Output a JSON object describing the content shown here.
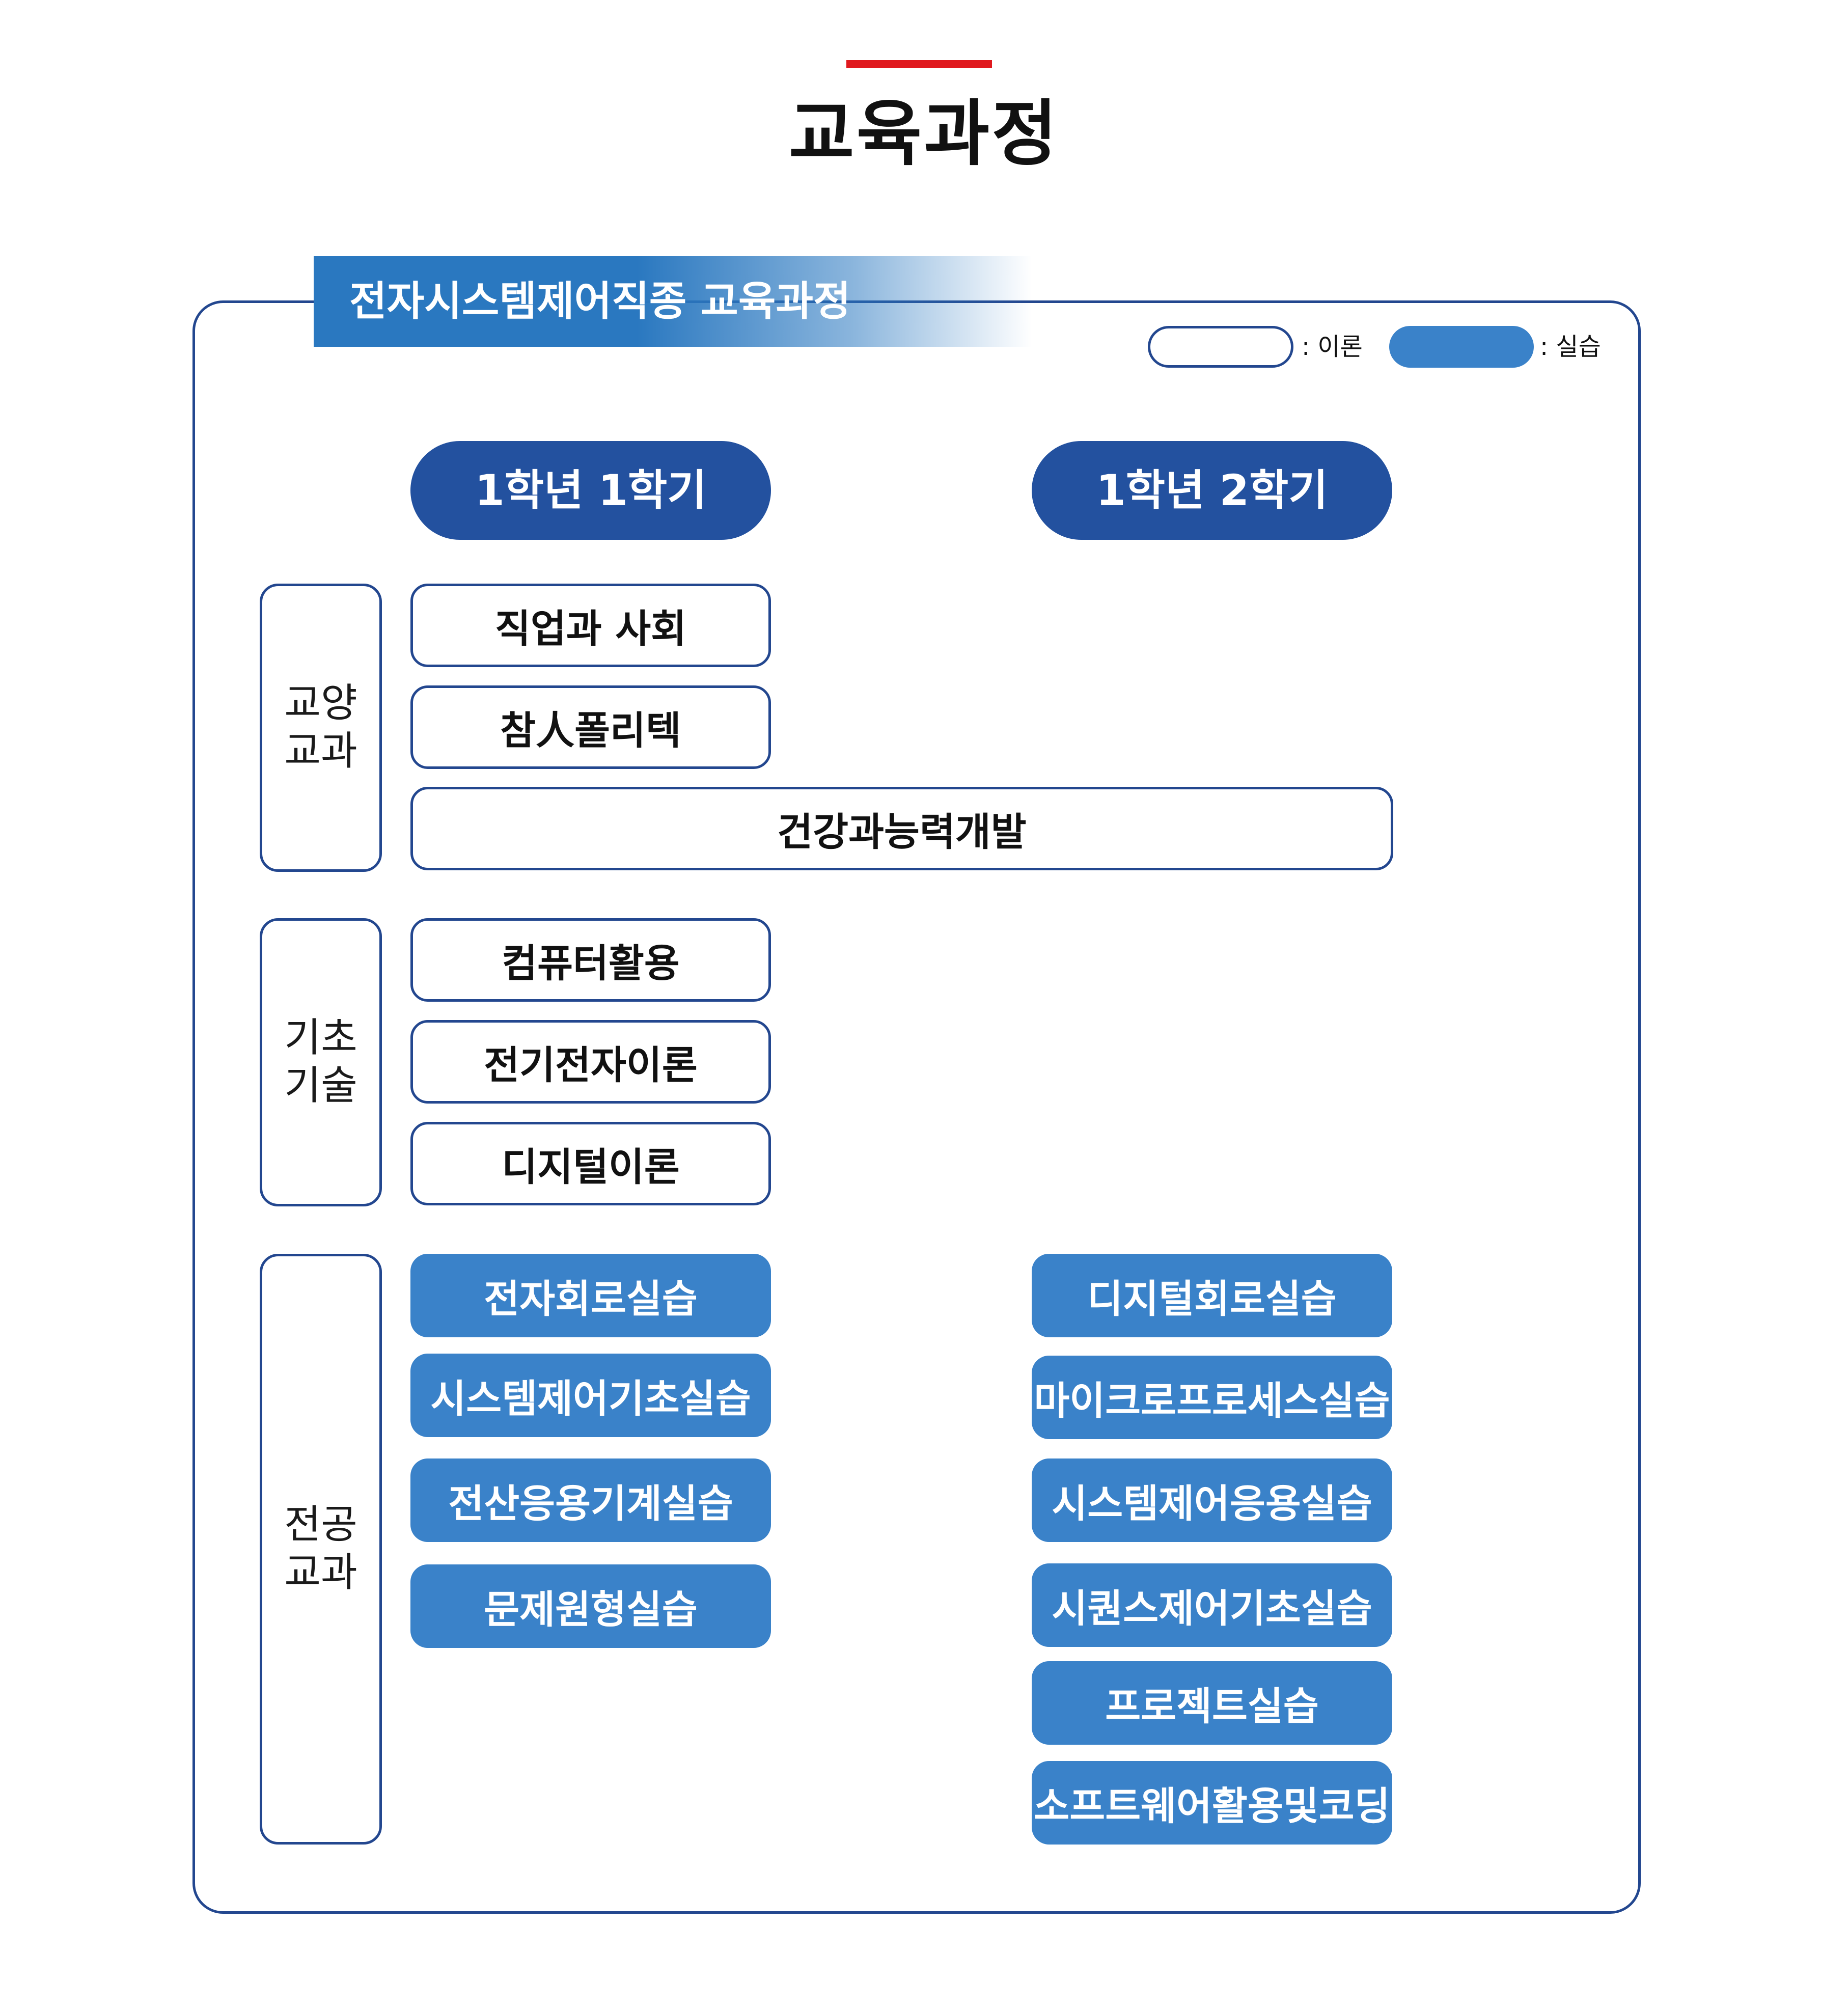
{
  "title": "교육과정",
  "banner": "전자시스템제어직종 교육과정",
  "legend": {
    "theory": ": 이론",
    "practice": ": 실습",
    "theory_color": "#ffffff",
    "practice_color": "#3a82c9"
  },
  "semesters": [
    "1학년 1학기",
    "1학년 2학기"
  ],
  "categories": [
    {
      "label": "교양\n교과"
    },
    {
      "label": "기초\n기술"
    },
    {
      "label": "전공\n교과"
    }
  ],
  "courses": {
    "general": [
      "직업과 사회",
      "참人폴리텍",
      "건강과능력개발"
    ],
    "basic": [
      "컴퓨터활용",
      "전기전자이론",
      "디지털이론"
    ],
    "major_s1": [
      "전자회로실습",
      "시스템제어기초실습",
      "전산응용기계실습",
      "문제원형실습"
    ],
    "major_s2": [
      "디지털회로실습",
      "마이크로프로세스실습",
      "시스템제어응용실습",
      "시퀀스제어기초실습",
      "프로젝트실습",
      "소프트웨어활용및코딩"
    ]
  }
}
